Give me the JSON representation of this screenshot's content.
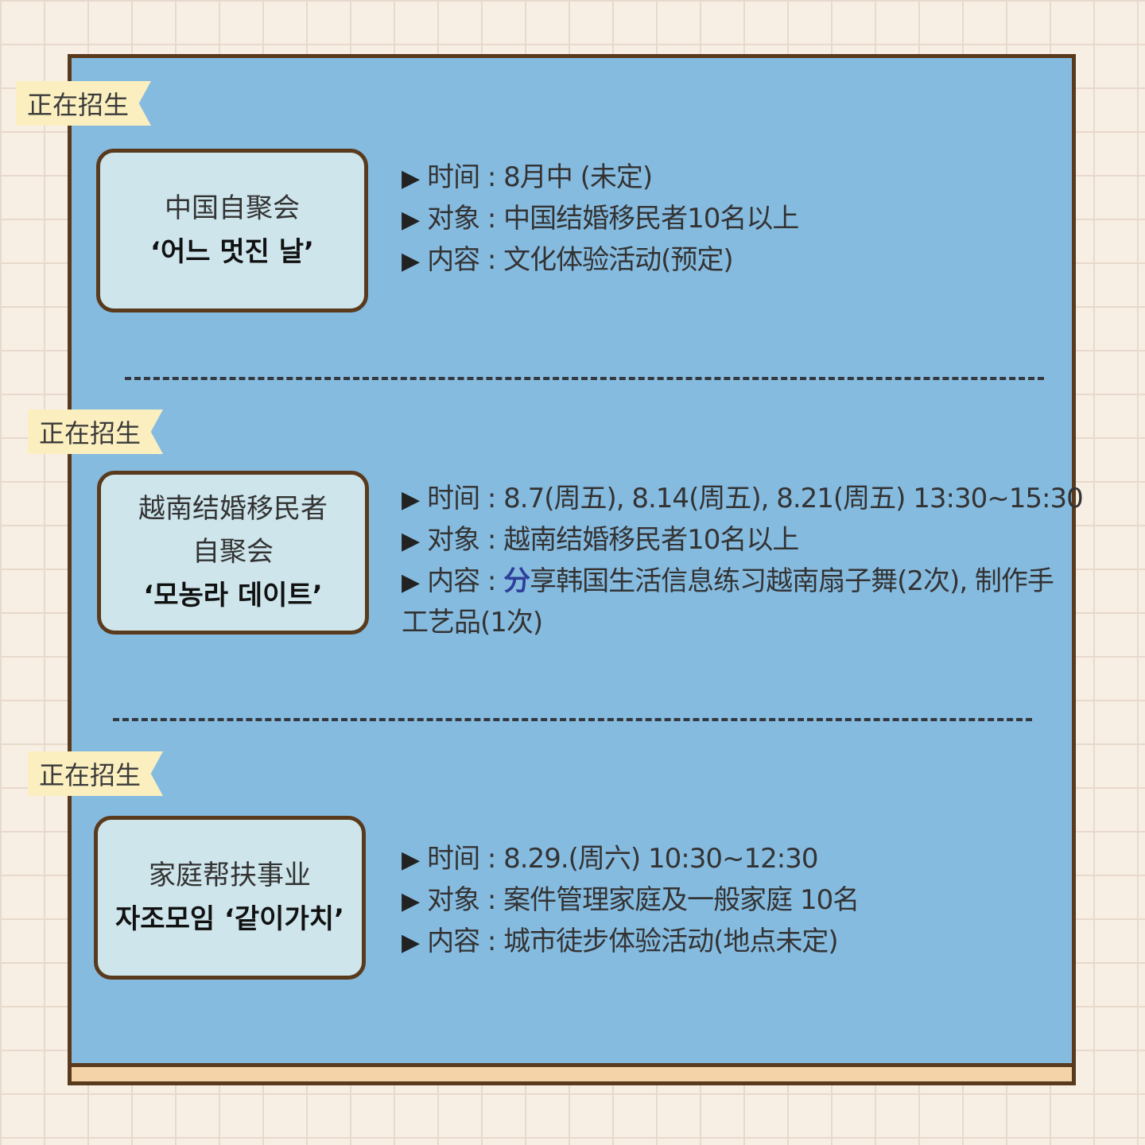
{
  "sections": [
    {
      "badge": "正在招生",
      "card_line1": "中国自聚会",
      "card_line2": "‘어느 멋진 날’",
      "info": [
        {
          "bullet": "▶",
          "text": "时间 : 8月中 (未定)"
        },
        {
          "bullet": "▶",
          "text": "对象 : 中国结婚移民者10名以上"
        },
        {
          "bullet": "▶",
          "text": "内容 : 文化体验活动(预定)"
        }
      ]
    },
    {
      "badge": "正在招生",
      "card_line1": "越南结婚移民者",
      "card_line2": "自聚会",
      "card_line3": "‘모농라 데이트’",
      "info": [
        {
          "bullet": "▶",
          "text": "时间 : 8.7(周五), 8.14(周五), 8.21(周五) 13:30~15:30"
        },
        {
          "bullet": "▶",
          "text": "对象 : 越南结婚移民者10名以上"
        },
        {
          "bullet": "▶",
          "prefix": "内容 : ",
          "highlight": "分",
          "text": "享韩国生活信息练习越南扇子舞(2次), 制作手工艺品(1次)"
        }
      ]
    },
    {
      "badge": "正在招生",
      "card_line1": "家庭帮扶事业",
      "card_line2": "자조모임 ‘같이가치’",
      "info": [
        {
          "bullet": "▶",
          "text": "时间 : 8.29.(周六) 10:30~12:30"
        },
        {
          "bullet": "▶",
          "text": "对象 : 案件管理家庭及一般家庭 10名"
        },
        {
          "bullet": "▶",
          "text": "内容 :  城市徒步体验活动(地点未定)"
        }
      ]
    }
  ]
}
